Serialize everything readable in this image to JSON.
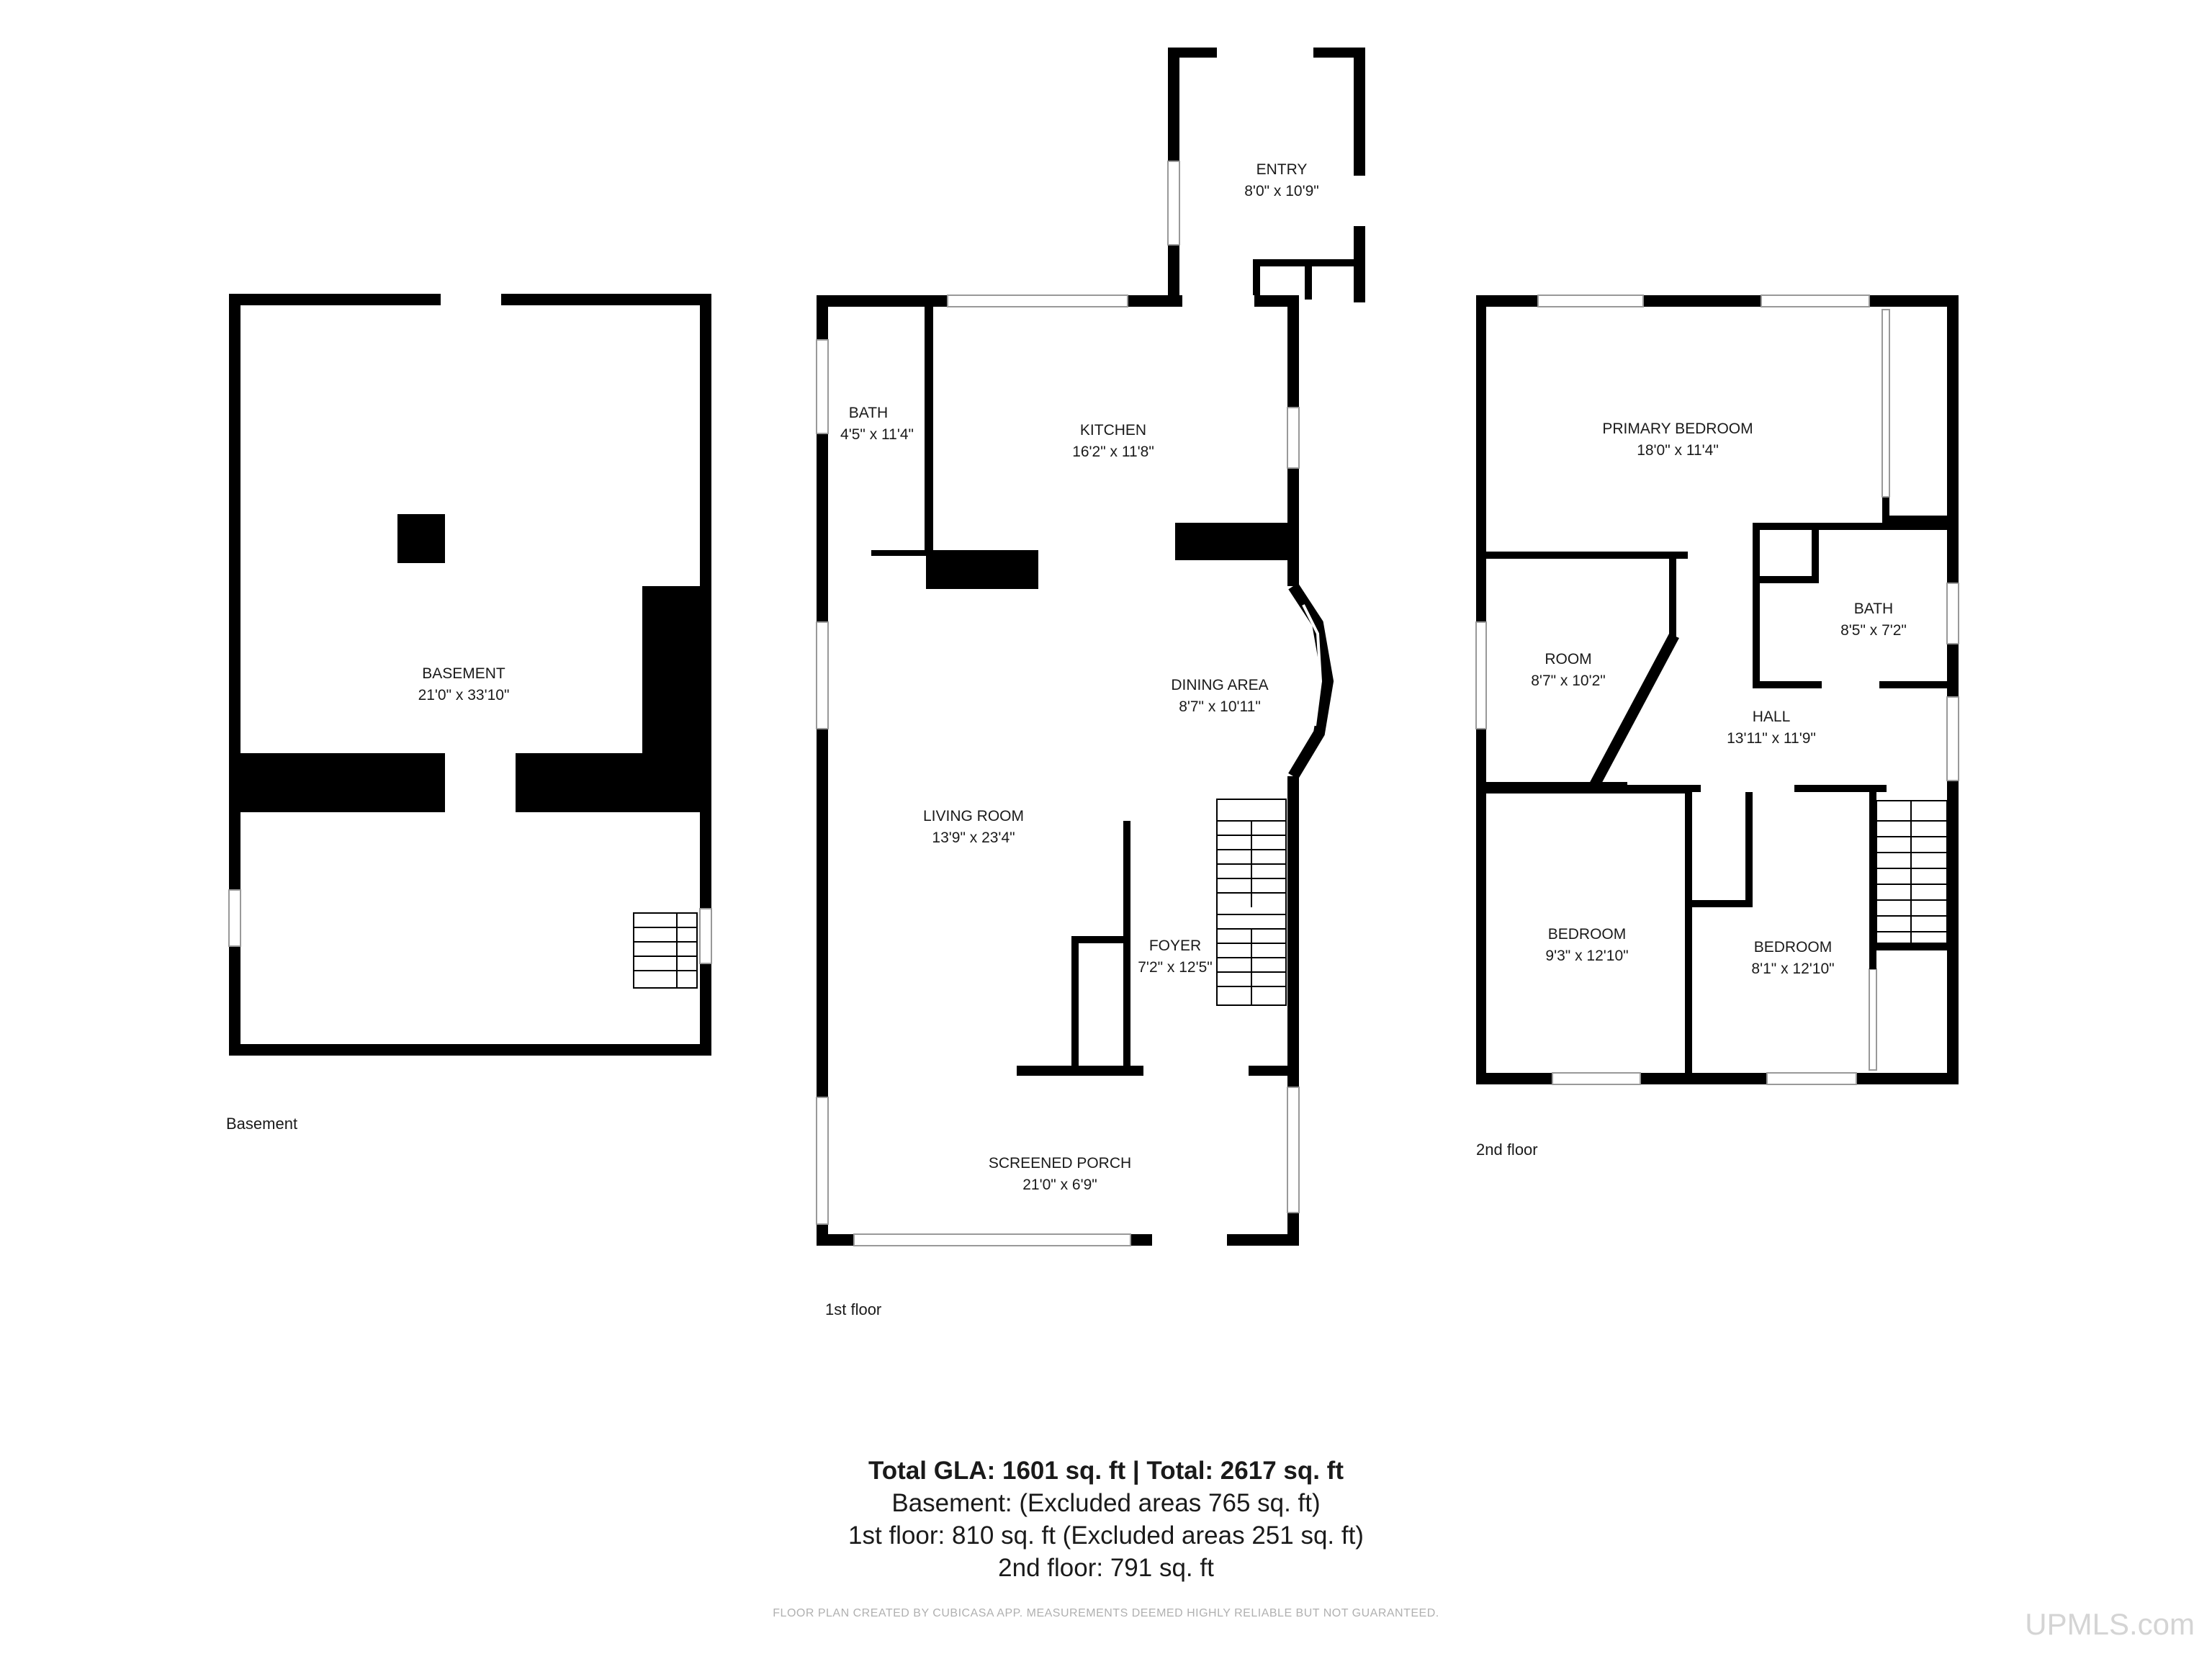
{
  "floors": {
    "basement": {
      "label": "Basement",
      "rooms": [
        {
          "name": "BASEMENT",
          "dims": "21'0\" x 33'10\""
        }
      ]
    },
    "first": {
      "label": "1st floor",
      "rooms": [
        {
          "name": "ENTRY",
          "dims": "8'0\" x 10'9\""
        },
        {
          "name": "BATH",
          "dims": "4'5\" x 11'4\""
        },
        {
          "name": "KITCHEN",
          "dims": "16'2\" x 11'8\""
        },
        {
          "name": "DINING AREA",
          "dims": "8'7\" x 10'11\""
        },
        {
          "name": "LIVING ROOM",
          "dims": "13'9\" x 23'4\""
        },
        {
          "name": "FOYER",
          "dims": "7'2\" x 12'5\""
        },
        {
          "name": "SCREENED PORCH",
          "dims": "21'0\" x 6'9\""
        }
      ]
    },
    "second": {
      "label": "2nd floor",
      "rooms": [
        {
          "name": "PRIMARY BEDROOM",
          "dims": "18'0\" x 11'4\""
        },
        {
          "name": "ROOM",
          "dims": "8'7\" x 10'2\""
        },
        {
          "name": "BATH",
          "dims": "8'5\" x 7'2\""
        },
        {
          "name": "HALL",
          "dims": "13'11\" x 11'9\""
        },
        {
          "name": "BEDROOM",
          "dims": "9'3\" x 12'10\""
        },
        {
          "name": "BEDROOM",
          "dims": "8'1\" x 12'10\""
        }
      ]
    }
  },
  "summary": {
    "total": "Total GLA: 1601 sq. ft | Total: 2617 sq. ft",
    "basement": "Basement: (Excluded areas 765 sq. ft)",
    "first": "1st floor: 810 sq. ft (Excluded areas 251 sq. ft)",
    "second": "2nd floor: 791 sq. ft"
  },
  "disclaimer": "FLOOR PLAN CREATED BY CUBICASA APP. MEASUREMENTS DEEMED HIGHLY RELIABLE BUT NOT GUARANTEED.",
  "watermark": "UPMLS.com"
}
